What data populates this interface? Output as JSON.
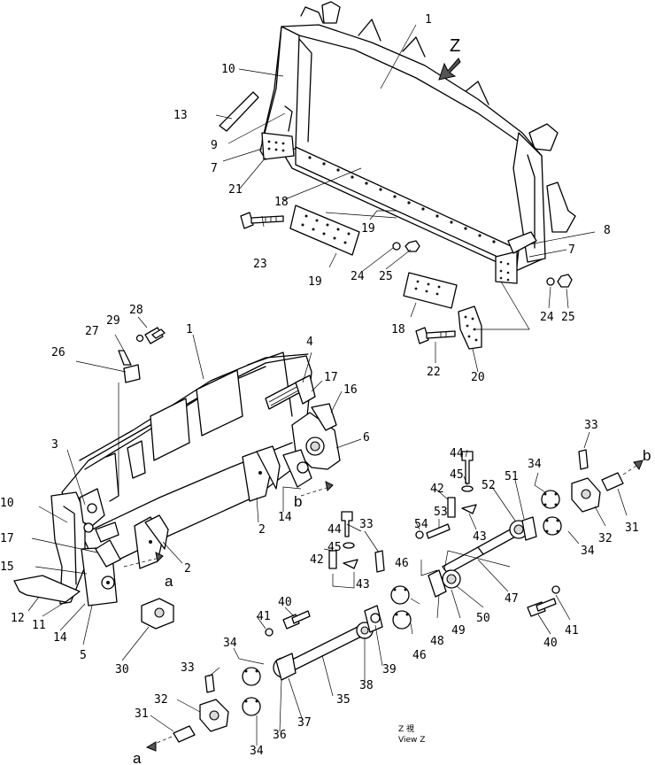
{
  "view_labels": {
    "z_marker": "Z",
    "z_caption_top": "Z 視",
    "z_caption_bottom": "View Z",
    "a_marker": "a",
    "b_marker": "b"
  },
  "callouts": {
    "top_assembly": [
      "1",
      "10",
      "13",
      "9",
      "7",
      "21",
      "18",
      "23",
      "19",
      "19",
      "24",
      "25",
      "8",
      "7",
      "18",
      "22",
      "20",
      "24",
      "25"
    ],
    "lower_frame": [
      "1",
      "28",
      "29",
      "27",
      "26",
      "4",
      "17",
      "16",
      "6",
      "3",
      "10",
      "17",
      "15",
      "12",
      "11",
      "14",
      "5",
      "2",
      "2",
      "14",
      "30"
    ],
    "linkage": [
      "44",
      "45",
      "42",
      "53",
      "54",
      "52",
      "51",
      "34",
      "33",
      "31",
      "32",
      "34",
      "43",
      "46",
      "47",
      "48",
      "49",
      "50",
      "40",
      "41",
      "44",
      "45",
      "42",
      "33",
      "43",
      "40",
      "41",
      "34",
      "39",
      "38",
      "35",
      "46",
      "33",
      "32",
      "31",
      "37",
      "36",
      "34"
    ]
  }
}
